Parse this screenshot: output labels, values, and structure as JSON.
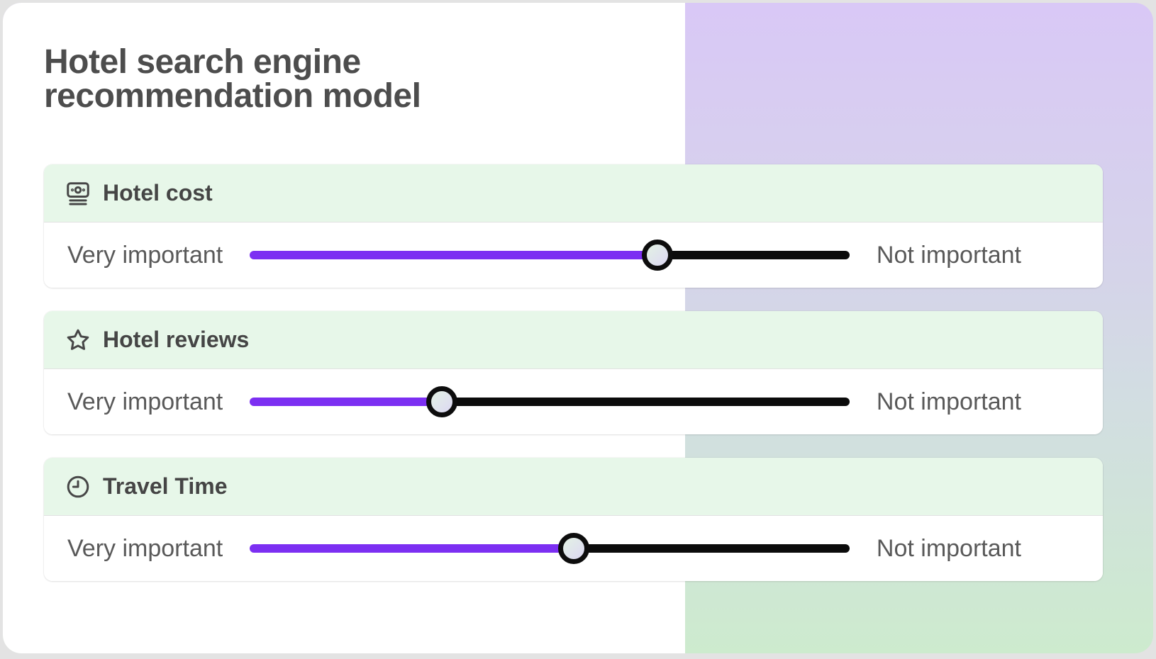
{
  "title": "Hotel search engine recommendation model",
  "slider": {
    "left_label": "Very important",
    "right_label": "Not important"
  },
  "sections": [
    {
      "label": "Hotel cost",
      "icon": "banknote-icon",
      "value_percent": 68
    },
    {
      "label": "Hotel reviews",
      "icon": "star-icon",
      "value_percent": 32
    },
    {
      "label": "Travel Time",
      "icon": "clock-icon",
      "value_percent": 54
    }
  ],
  "colors": {
    "accent_purple": "#7c2ff2",
    "track_black": "#0b0b0b",
    "header_green": "#e7f7e9",
    "handle_fill_start": "#e3f2e4",
    "handle_fill_end": "#ddd8f3",
    "bg_gradient_top": "#d9c8f6",
    "bg_gradient_mid": "#d5d4e9",
    "bg_gradient_bottom": "#cdebce",
    "text_dark": "#4d4d4d"
  }
}
